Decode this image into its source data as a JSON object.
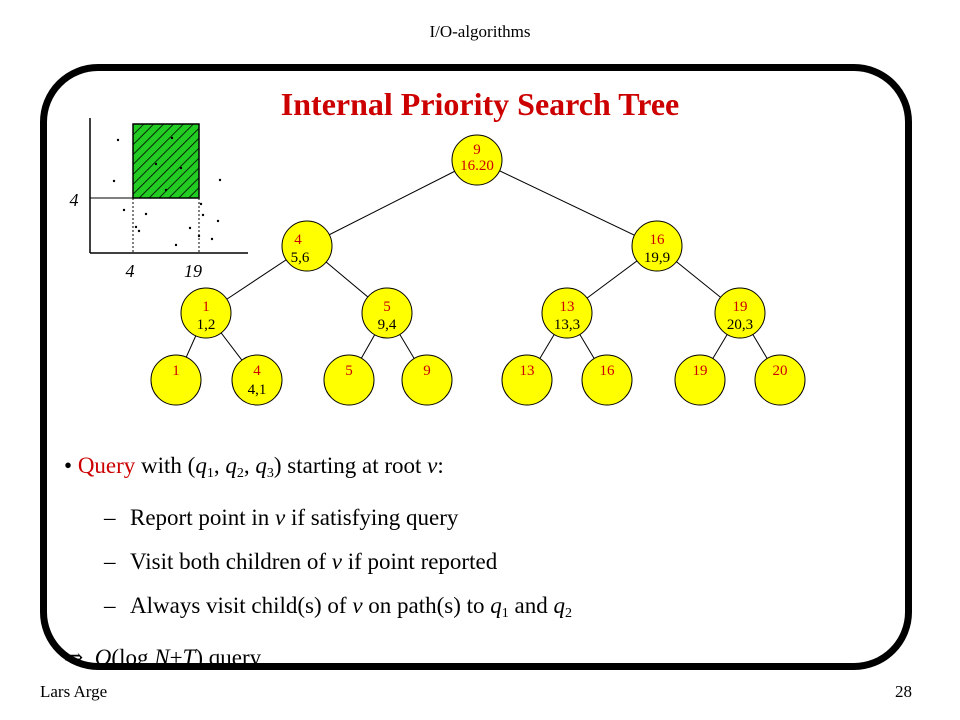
{
  "header": "I/O-algorithms",
  "title": "Internal Priority Search Tree",
  "footer": {
    "author": "Lars Arge",
    "page": "28"
  },
  "plot": {
    "y_label": "4",
    "x_labels": [
      "4",
      "19"
    ]
  },
  "tree": {
    "nodes": [
      {
        "id": "root",
        "key": "9",
        "point": "16.20"
      },
      {
        "id": "l1",
        "key": "4",
        "point": "5,6"
      },
      {
        "id": "r1",
        "key": "16",
        "point": "19,9"
      },
      {
        "id": "ll",
        "key": "1",
        "point": "1,2"
      },
      {
        "id": "lr",
        "key": "5",
        "point": "9,4"
      },
      {
        "id": "rl",
        "key": "13",
        "point": "13,3"
      },
      {
        "id": "rr",
        "key": "19",
        "point": "20,3"
      },
      {
        "id": "leaf1",
        "key": "1",
        "point": ""
      },
      {
        "id": "leaf2",
        "key": "4",
        "point": "4,1"
      },
      {
        "id": "leaf3",
        "key": "5",
        "point": ""
      },
      {
        "id": "leaf4",
        "key": "9",
        "point": ""
      },
      {
        "id": "leaf5",
        "key": "13",
        "point": ""
      },
      {
        "id": "leaf6",
        "key": "16",
        "point": ""
      },
      {
        "id": "leaf7",
        "key": "19",
        "point": ""
      },
      {
        "id": "leaf8",
        "key": "20",
        "point": ""
      }
    ]
  },
  "bullets": {
    "query_word": "Query",
    "query_rest_1": " with (",
    "q": "q",
    "one": "1",
    "two": "2",
    "three": "3",
    "comma": ", ",
    "query_rest_2": ") starting at root ",
    "v": "v",
    "colon": ":",
    "dash": "–",
    "sub1": "Report point in ",
    "sub1b": " if satisfying query",
    "sub2": "Visit both children of ",
    "sub2b": " if point reported",
    "sub3": "Always visit child(s) of ",
    "sub3b": " on path(s) to ",
    "and": " and ",
    "implies": "⇒",
    "conclusion_O": "O",
    "conclusion_mid": "(log ",
    "conclusion_N": "N",
    "plus": "+",
    "conclusion_T": "T",
    "conclusion_end": ") query"
  },
  "colors": {
    "accent": "#cc0000",
    "node_fill": "#ffff00",
    "region_fill": "#22cc22"
  }
}
